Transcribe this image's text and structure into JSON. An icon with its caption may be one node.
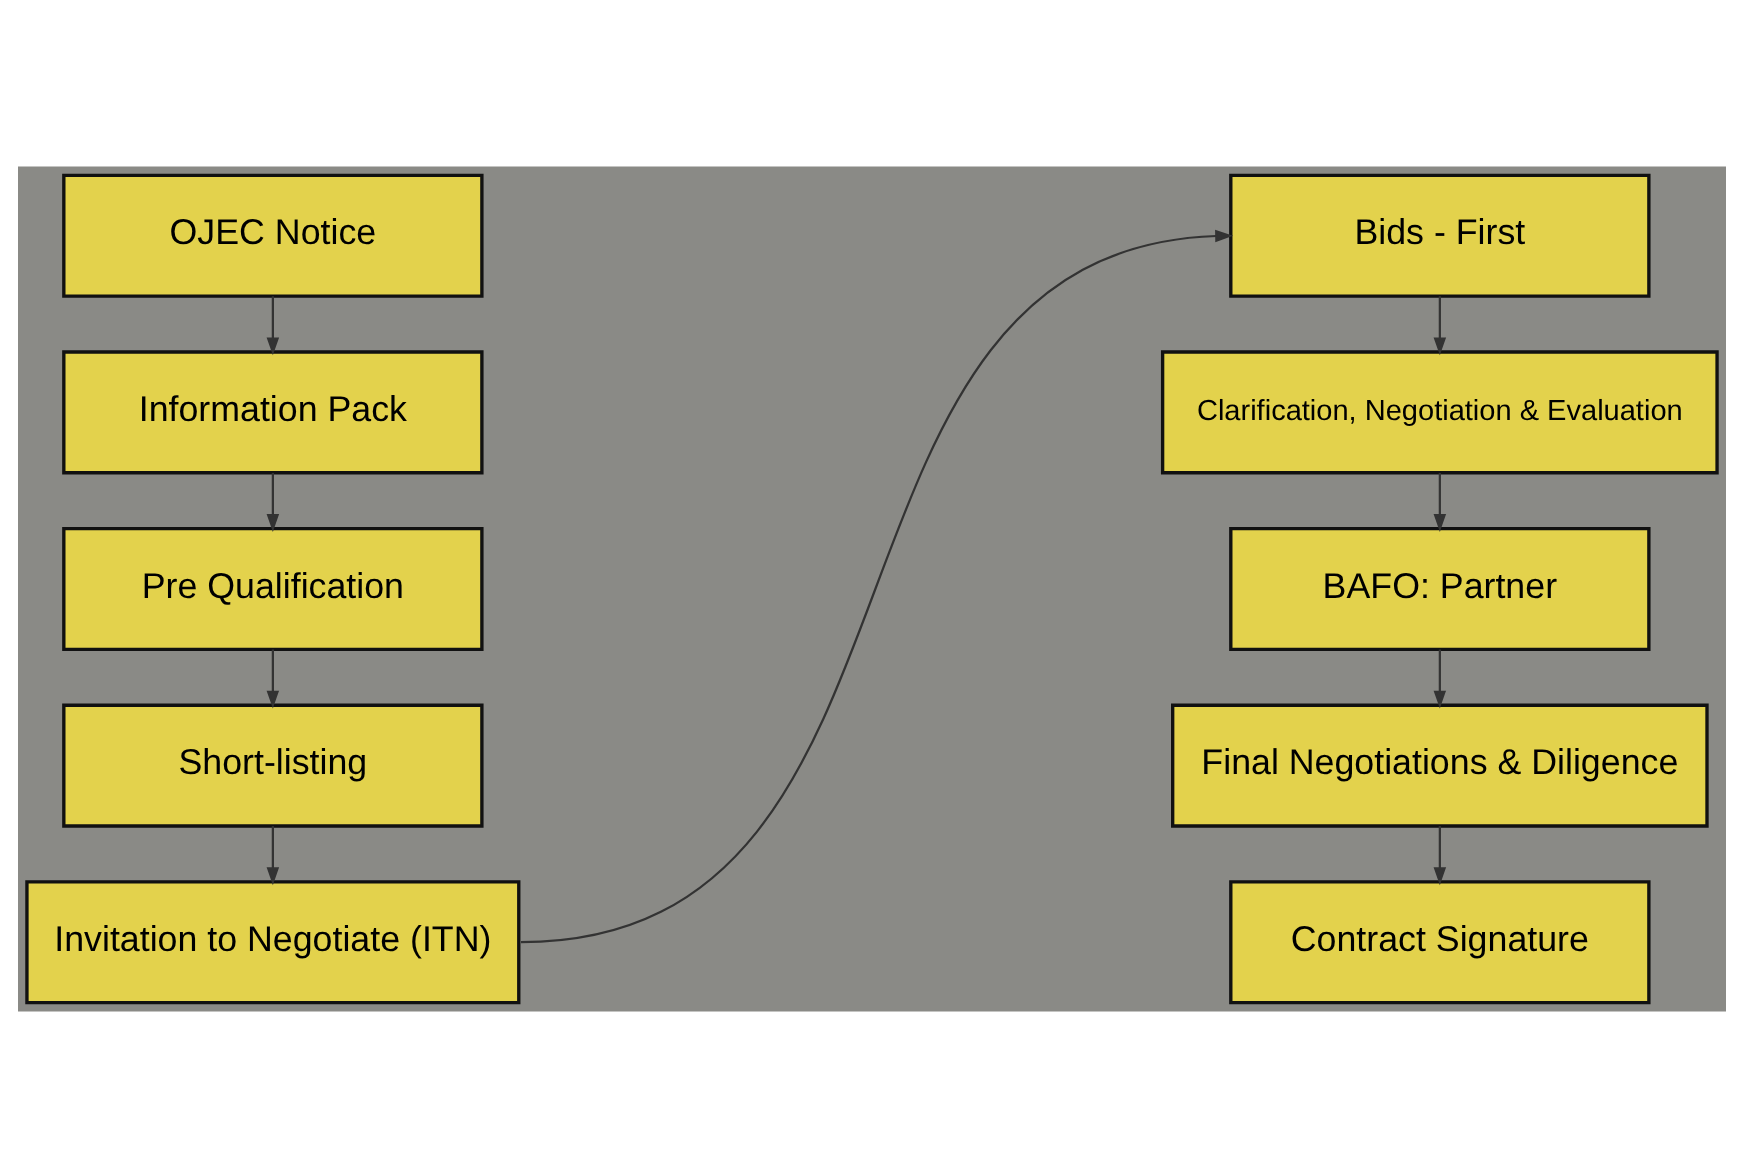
{
  "diagram": {
    "nodes": [
      {
        "text": [
          "OJEC Notice"
        ]
      },
      {
        "text": [
          "Information Pack"
        ]
      },
      {
        "text": [
          "Pre Qualification"
        ]
      },
      {
        "text": [
          "Short-listing"
        ]
      },
      {
        "text": [
          "Invitation to Negotiate (ITN)"
        ]
      },
      {
        "text": [
          "Bids - First"
        ]
      },
      {
        "text": [
          "Clarification, Negotiation & Evaluation"
        ]
      },
      {
        "text": [
          "BAFO: Partner"
        ]
      },
      {
        "text": [
          "Final Negotiations & Diligence"
        ]
      },
      {
        "text": [
          "Contract Signature"
        ]
      }
    ],
    "edges": [
      {
        "from": 0,
        "to": 1,
        "arrow": "to"
      },
      {
        "from": 1,
        "to": 2,
        "arrow": "to"
      },
      {
        "from": 2,
        "to": 3,
        "arrow": "to"
      },
      {
        "from": 3,
        "to": 4,
        "arrow": "to"
      },
      {
        "from": 4,
        "to": 5,
        "arrow": "to"
      },
      {
        "from": 5,
        "to": 6,
        "arrow": "to"
      },
      {
        "from": 6,
        "to": 7,
        "arrow": "to"
      },
      {
        "from": 7,
        "to": 8,
        "arrow": "to"
      },
      {
        "from": 8,
        "to": 9,
        "arrow": "to"
      }
    ]
  }
}
